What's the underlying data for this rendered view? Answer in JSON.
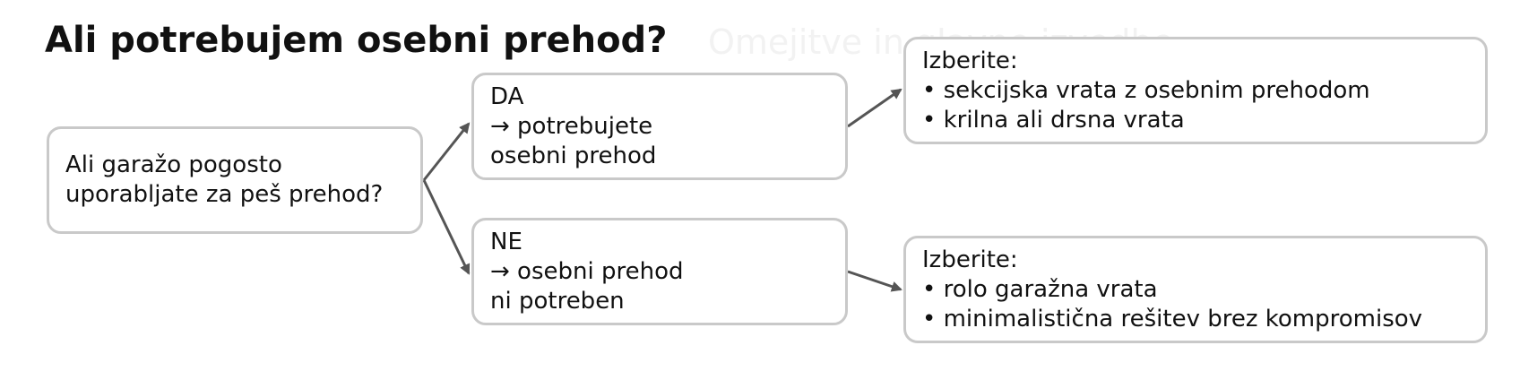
{
  "title": "Ali potrebujem osebni prehod?",
  "ghost_text": "Omejitve in glavne izvedbe",
  "nodes": {
    "question": {
      "lines": [
        "Ali garažo pogosto",
        "uporabljate za peš prehod?"
      ]
    },
    "yes": {
      "lines": [
        "DA",
        "→ potrebujete",
        "osebni prehod"
      ]
    },
    "no": {
      "lines": [
        "NE",
        "→ osebni prehod",
        "ni potreben"
      ]
    },
    "yes_options": {
      "lines": [
        "Izberite:",
        "• sekcijska vrata z osebnim prehodom",
        "• krilna ali drsna vrata"
      ]
    },
    "no_options": {
      "lines": [
        "Izberite:",
        "• rolo garažna vrata",
        "• minimalistična rešitev brez kompromisov"
      ]
    }
  },
  "colors": {
    "box_border": "#c9c9c9",
    "arrow": "#555555",
    "text": "#111111"
  }
}
